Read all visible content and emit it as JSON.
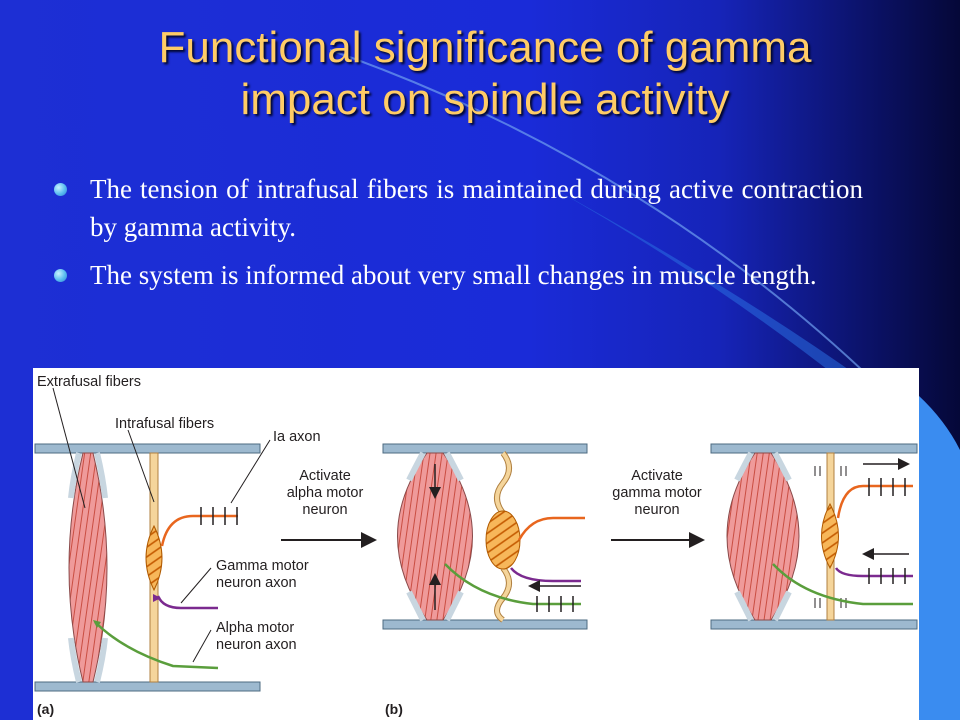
{
  "slide": {
    "title_line1": "Functional significance of gamma",
    "title_line2": "impact on spindle activity",
    "bullets": [
      "The tension of intrafusal fibers is maintained during active contraction by gamma activity.",
      "The system is informed about very small changes in muscle length."
    ]
  },
  "figure": {
    "labels": {
      "extrafusal": "Extrafusal fibers",
      "intrafusal": "Intrafusal fibers",
      "ia_axon": "Ia axon",
      "gamma_axon_1": "Gamma motor",
      "gamma_axon_2": "neuron axon",
      "alpha_axon_1": "Alpha motor",
      "alpha_axon_2": "neuron axon",
      "activate_alpha_1": "Activate",
      "activate_alpha_2": "alpha motor",
      "activate_alpha_3": "neuron",
      "activate_gamma_1": "Activate",
      "activate_gamma_2": "gamma motor",
      "activate_gamma_3": "neuron",
      "panel_a": "(a)",
      "panel_b": "(b)"
    },
    "colors": {
      "muscle": "#ef9a9a",
      "muscle_stripe": "#c0392b",
      "spindle": "#f7b75a",
      "ia_axon": "#e8661e",
      "gamma_axon": "#7b2a8f",
      "alpha_axon": "#5a9e3c",
      "bar": "#9db9cf"
    }
  }
}
